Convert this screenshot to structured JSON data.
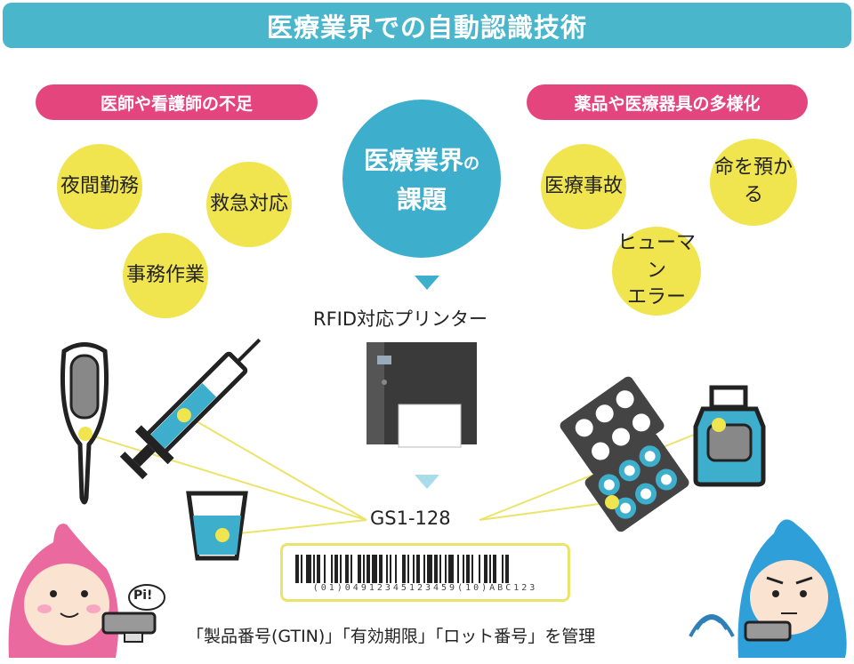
{
  "title": "医療業界での自動認識技術",
  "left_pill": "医師や看護師の不足",
  "right_pill": "薬品や医療器具の多様化",
  "center": {
    "line1": "医療業界",
    "line1_small": "の",
    "line2": "課題"
  },
  "left_bubbles": [
    "夜間勤務",
    "救急対応",
    "事務作業"
  ],
  "right_bubbles": [
    "医療事故",
    "命を預かる",
    "ヒューマン",
    "エラー"
  ],
  "printer_label": "RFID対応プリンター",
  "barcode_label": "GS1-128",
  "barcode_text": "(01)04912345123459(10)ABC123",
  "caption": "「製品番号(GTIN)」「有効期限」「ロット番号」を管理",
  "speech": "Pi!",
  "colors": {
    "accent": "#49b6cc",
    "pill": "#e4457d",
    "bubble": "#f0e44f",
    "center": "#3eaecd",
    "line": "#ece36a"
  },
  "icons": [
    "thermometer-icon",
    "syringe-icon",
    "cup-icon",
    "printer-icon",
    "pill-blister-icon",
    "medicine-bottle-icon",
    "scanner-icon",
    "wifi-icon"
  ]
}
